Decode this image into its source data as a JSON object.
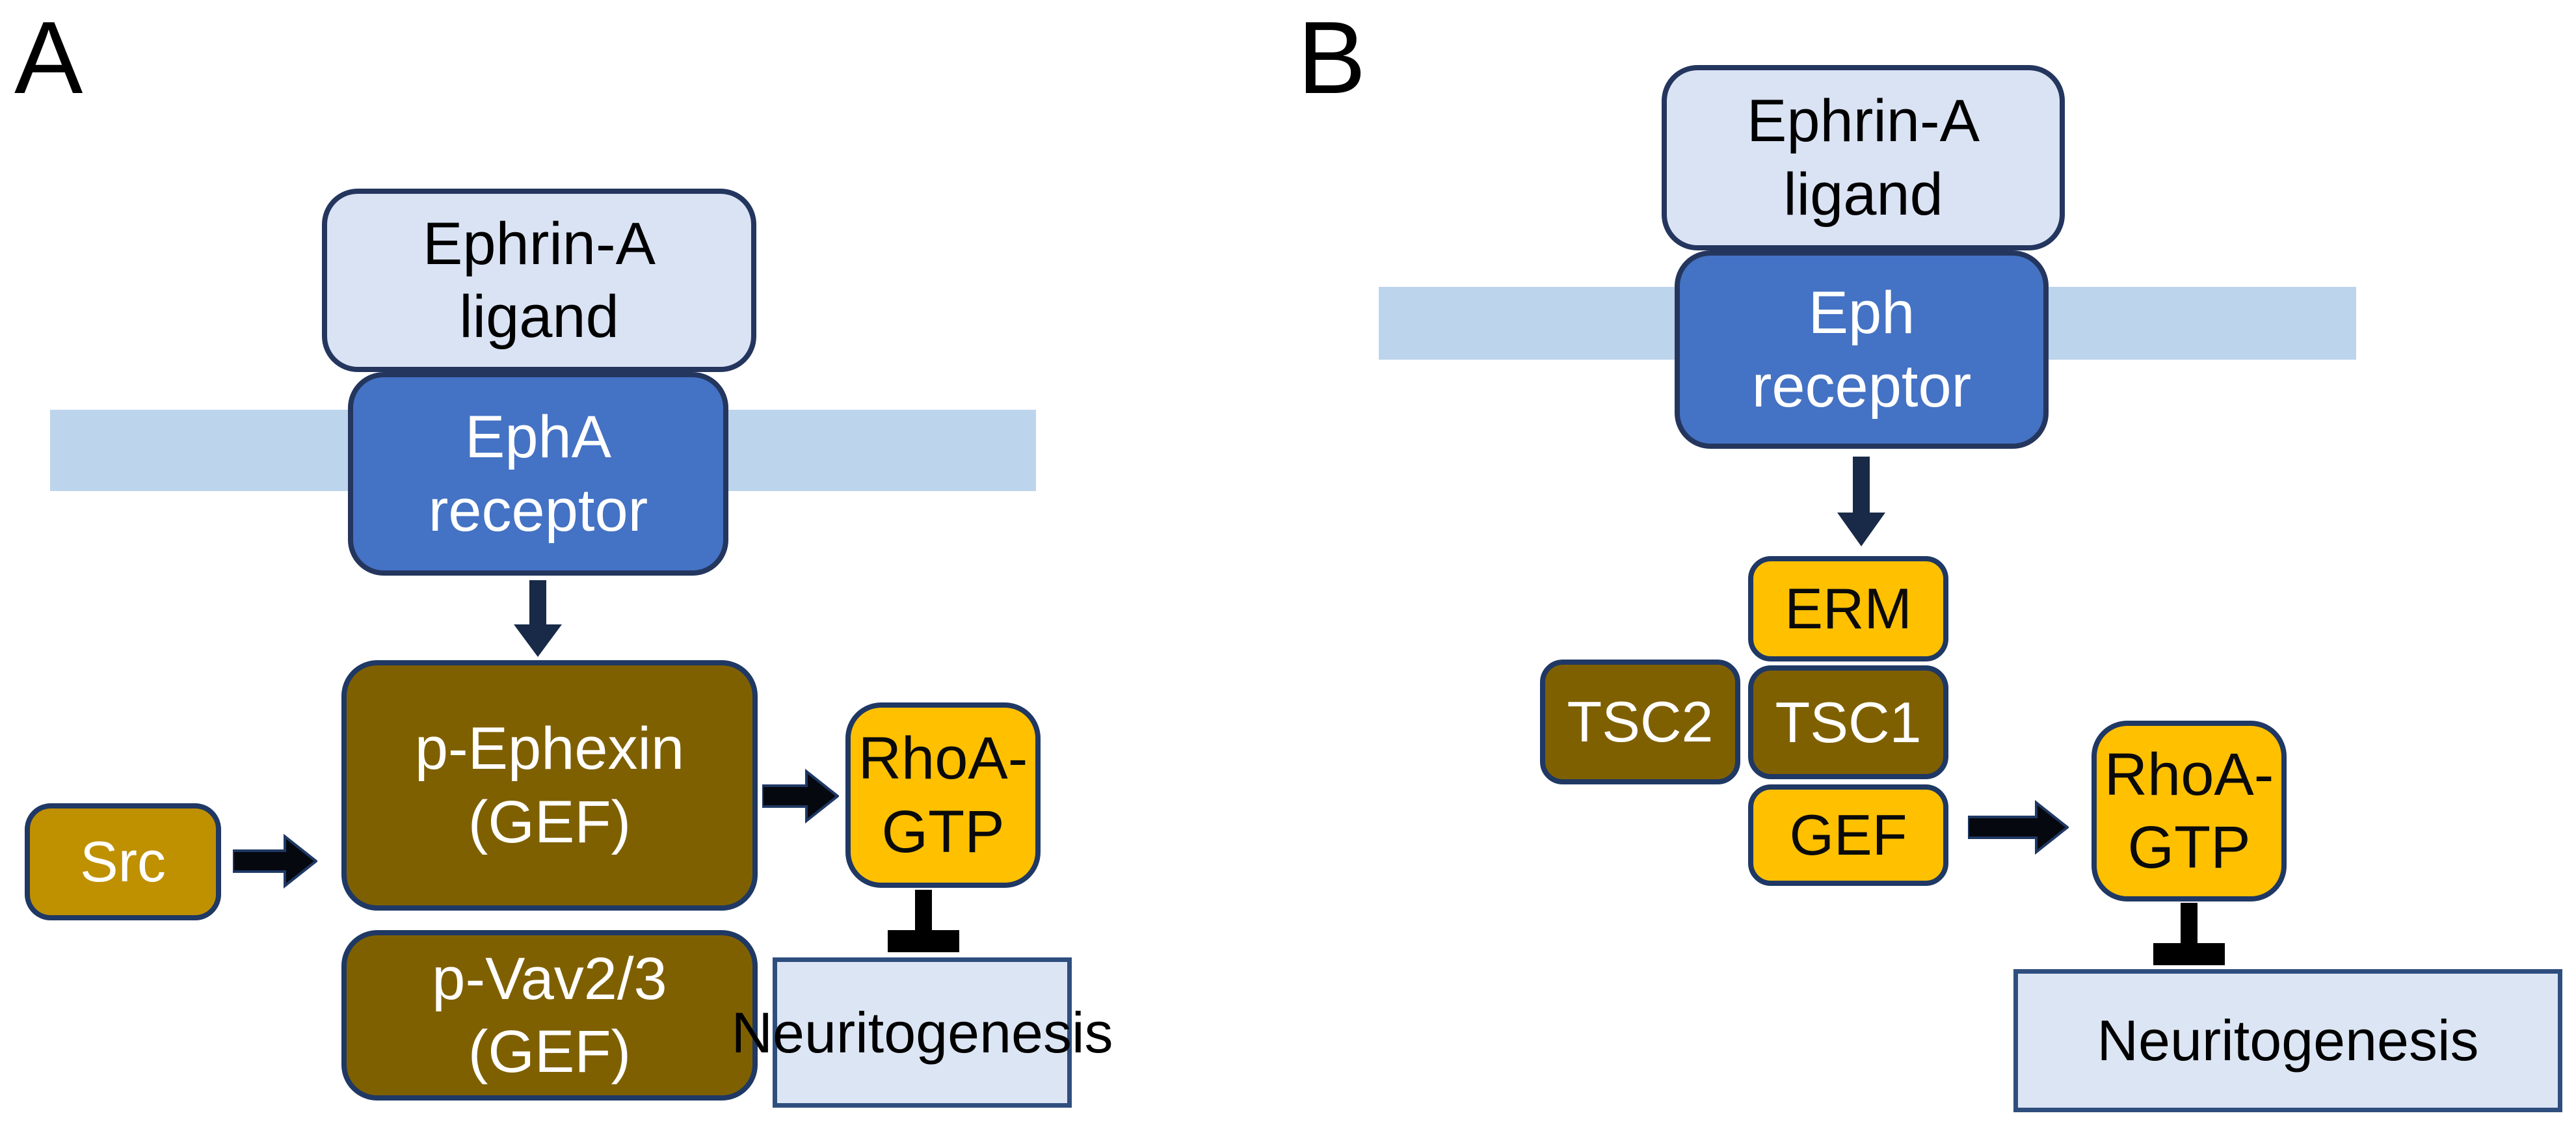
{
  "figure": {
    "type": "signaling-pathway-diagram",
    "palette": {
      "amber": "#FFC000",
      "gold": "#BF9000",
      "olive": "#7F6000",
      "receptor_blue": "#4472C4",
      "pale_blue_fill": "#DAE3F3",
      "membrane_blue": "#BDD5EC",
      "box_border_navy": "#1F3864",
      "outcome_border_slate": "#2F4E7E",
      "arrow_navy": "#182A47",
      "arrow_black": "#000000"
    },
    "icons": {
      "down_arrow": "arrow-down-icon",
      "right_arrow": "arrow-right-icon",
      "inhibition": "inhibition-tbar-icon"
    },
    "a": {
      "label": "A",
      "ligand": {
        "l1": "Ephrin-A",
        "l2": "ligand"
      },
      "receptor": {
        "l1": "EphA",
        "l2": "receptor"
      },
      "p_ephexin": {
        "l1": "p-Ephexin",
        "l2": "(GEF)"
      },
      "src": {
        "label": "Src"
      },
      "p_vav": {
        "l1": "p-Vav2/3",
        "l2": "(GEF)"
      },
      "rhoa": {
        "l1": "RhoA-",
        "l2": "GTP"
      },
      "outcome": {
        "label": "Neuritogenesis"
      },
      "relations": [
        "Ephrin-A ligand binds EphA receptor at membrane",
        "EphA receptor activates p-Ephexin (GEF)",
        "Src activates p-Ephexin and p-Vav2/3",
        "p-Ephexin (GEF) activates RhoA-GTP",
        "RhoA-GTP inhibits Neuritogenesis"
      ]
    },
    "b": {
      "label": "B",
      "ligand": {
        "l1": "Ephrin-A",
        "l2": "ligand"
      },
      "receptor": {
        "l1": "Eph",
        "l2": "receptor"
      },
      "erm": {
        "label": "ERM"
      },
      "tsc2": {
        "label": "TSC2"
      },
      "tsc1": {
        "label": "TSC1"
      },
      "gef": {
        "label": "GEF"
      },
      "rhoa": {
        "l1": "RhoA-",
        "l2": "GTP"
      },
      "outcome": {
        "label": "Neuritogenesis"
      },
      "relations": [
        "Ephrin-A ligand binds Eph receptor at membrane",
        "Eph receptor signals to ERM-TSC1-GEF complex (TSC2 binds TSC1)",
        "GEF activates RhoA-GTP",
        "RhoA-GTP inhibits Neuritogenesis"
      ]
    }
  }
}
